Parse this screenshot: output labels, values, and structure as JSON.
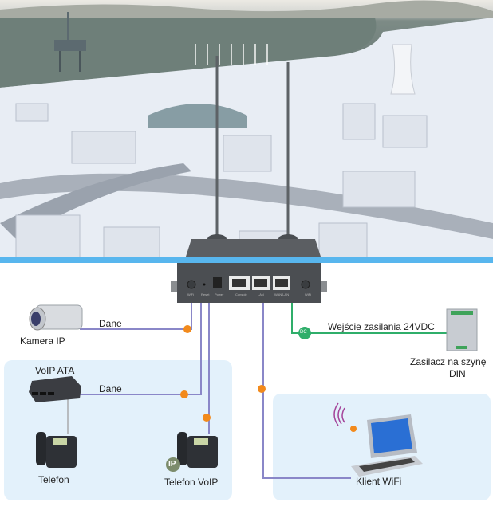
{
  "scene": {
    "description": "industrial city illustration background"
  },
  "router": {
    "ports": [
      "WiFi",
      "Reset",
      "Power",
      "Console",
      "LAN",
      "WAN/LAN",
      "WiFi"
    ]
  },
  "devices": {
    "camera": {
      "label": "Kamera IP",
      "link_label": "Dane"
    },
    "ata": {
      "label": "VoIP ATA",
      "link_label": "Dane"
    },
    "phone": {
      "label": "Telefon"
    },
    "voip_phone": {
      "label": "Telefon VoIP",
      "badge": "IP"
    },
    "psu": {
      "label_line1": "Zasilacz na szynę",
      "label_line2": "DIN",
      "link_label": "Wejście zasilania 24VDC",
      "badge": "DC"
    },
    "wifi_client": {
      "label": "Klient WiFi"
    }
  },
  "colors": {
    "band": "#58b6ee",
    "data_line": "#8a87c8",
    "power_line": "#2fae6a",
    "junction": "#f28a1c",
    "panel": "#e3f1fb"
  }
}
